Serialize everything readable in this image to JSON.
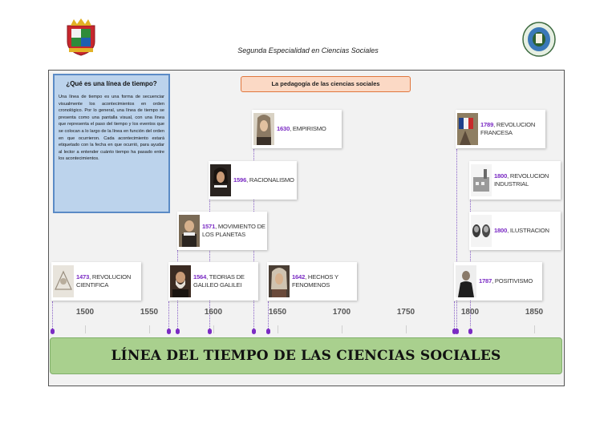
{
  "header": {
    "subtitle": "Segunda Especialidad en Ciencias Sociales"
  },
  "info_box": {
    "title": "¿Qué es una línea de tiempo?",
    "text": "Una línea de tiempo es una forma de secuenciar visualmente los acontecimientos en orden cronológico. Por lo general, una línea de tiempo se presenta como una pantalla visual, con una línea que representa el paso del tiempo y los eventos que se colocan a lo largo de la línea en función del orden en que ocurrieron. Cada acontecimiento estará etiquetado con la fecha en que ocurrió, para ayudar al lector a entender cuánto tiempo ha pasado entre los acontecimientos."
  },
  "pedagogy_box": {
    "label": "La pedagogía de las ciencias sociales"
  },
  "axis": {
    "ticks": [
      1500,
      1550,
      1600,
      1650,
      1700,
      1750,
      1800,
      1850
    ]
  },
  "events": [
    {
      "year": "1473",
      "title": "REVOLUCION CIENTIFICA"
    },
    {
      "year": "1564",
      "title": "TEORIAS DE GALILEO GALILEI"
    },
    {
      "year": "1571",
      "title": "MOVIMIENTO DE LOS PLANETAS"
    },
    {
      "year": "1596",
      "title": "RACIONALISMO"
    },
    {
      "year": "1630",
      "title": "EMPIRISMO"
    },
    {
      "year": "1642",
      "title": "HECHOS Y FENOMENOS"
    },
    {
      "year": "1787",
      "title": "POSITIVISMO"
    },
    {
      "year": "1789",
      "title": "REVOLUCION FRANCESA"
    },
    {
      "year": "1800",
      "title": "REVOLUCION INDUSTRIAL"
    },
    {
      "year": "1800",
      "title": "ILUSTRACION"
    }
  ],
  "banner": {
    "title": "LÍNEA DEL TIEMPO DE LAS CIENCIAS SOCIALES"
  },
  "colors": {
    "accent": "#7b2cc4",
    "banner": "#a9d08e",
    "info_box": "#bcd3ec",
    "pedagogy_box": "#fbd9c5"
  }
}
